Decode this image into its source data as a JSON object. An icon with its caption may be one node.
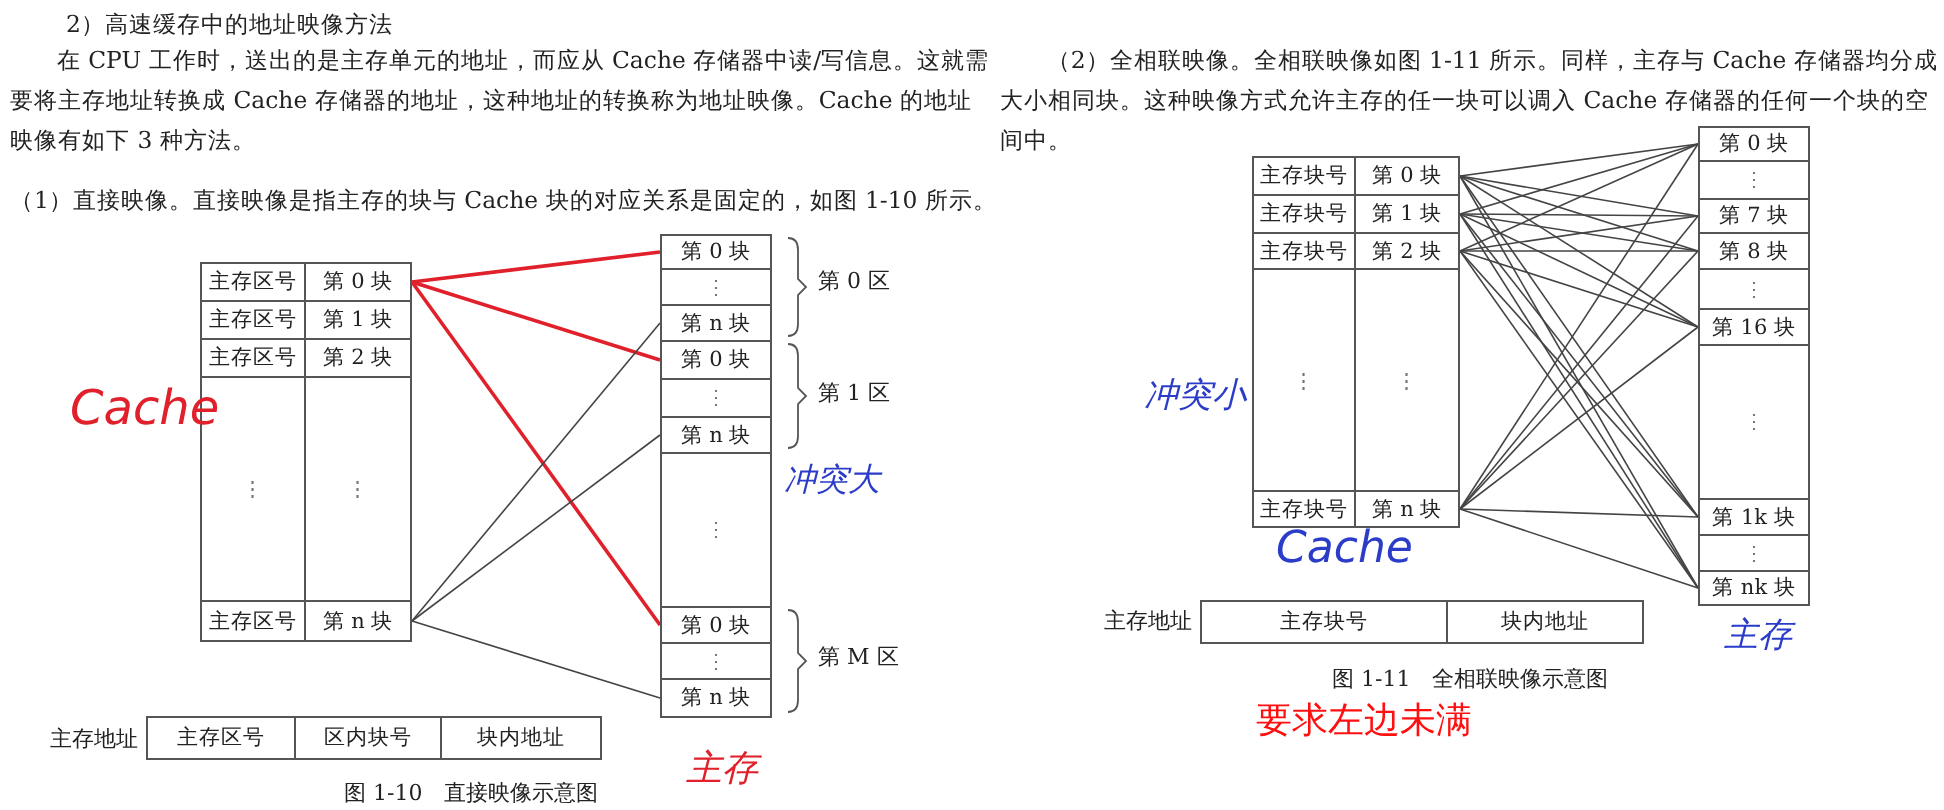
{
  "diagram": {
    "title": "2）高速缓存中的地址映像方法",
    "nodes": [
      {
        "text": [
          "主存区号",
          "第 0 块"
        ]
      },
      {
        "text": [
          "主存区号",
          "第 1 块"
        ]
      },
      {
        "text": [
          "主存区号",
          "第 2 块"
        ]
      },
      {
        "text": [
          "⋮",
          "⋮"
        ]
      },
      {
        "text": [
          "主存区号",
          "第 n 块"
        ]
      },
      {
        "text": [
          "第 0 块"
        ]
      },
      {
        "text": [
          "⋮"
        ]
      },
      {
        "text": [
          "第 n 块"
        ]
      },
      {
        "text": [
          "第 0 块"
        ]
      },
      {
        "text": [
          "⋮"
        ]
      },
      {
        "text": [
          "第 n 块"
        ]
      },
      {
        "text": [
          "⋮"
        ]
      },
      {
        "text": [
          "第 0 块"
        ]
      },
      {
        "text": [
          "⋮"
        ]
      },
      {
        "text": [
          "第 n 块"
        ]
      },
      {
        "text": [
          "主存区号",
          "区内块号",
          "块内地址"
        ]
      },
      {
        "text": [
          "主存块号",
          "第 0 块"
        ]
      },
      {
        "text": [
          "主存块号",
          "第 1 块"
        ]
      },
      {
        "text": [
          "主存块号",
          "第 2 块"
        ]
      },
      {
        "text": [
          "⋮",
          "⋮"
        ]
      },
      {
        "text": [
          "主存块号",
          "第 n 块"
        ]
      },
      {
        "text": [
          "第 0 块"
        ]
      },
      {
        "text": [
          "⋮"
        ]
      },
      {
        "text": [
          "第 7 块"
        ]
      },
      {
        "text": [
          "第 8 块"
        ]
      },
      {
        "text": [
          "⋮"
        ]
      },
      {
        "text": [
          "第 16 块"
        ]
      },
      {
        "text": [
          "⋮"
        ]
      },
      {
        "text": [
          "第 1k 块"
        ]
      },
      {
        "text": [
          "⋮"
        ]
      },
      {
        "text": [
          "第 nk 块"
        ]
      },
      {
        "text": [
          "主存块号",
          "块内地址"
        ]
      }
    ],
    "edges": [
      {
        "from": 0,
        "to": 5,
        "arrow": "none",
        "color": "#e0202a"
      },
      {
        "from": 0,
        "to": 8,
        "arrow": "none",
        "color": "#e0202a"
      },
      {
        "from": 0,
        "to": 12,
        "arrow": "none",
        "color": "#e0202a"
      },
      {
        "from": 4,
        "to": 7,
        "arrow": "none"
      },
      {
        "from": 4,
        "to": 10,
        "arrow": "none"
      },
      {
        "from": 4,
        "to": 14,
        "arrow": "none"
      },
      {
        "from": 16,
        "to": 21,
        "arrow": "none"
      },
      {
        "from": 16,
        "to": 23,
        "arrow": "none"
      },
      {
        "from": 16,
        "to": 24,
        "arrow": "none"
      },
      {
        "from": 16,
        "to": 26,
        "arrow": "none"
      },
      {
        "from": 16,
        "to": 28,
        "arrow": "none"
      },
      {
        "from": 16,
        "to": 30,
        "arrow": "none"
      },
      {
        "from": 17,
        "to": 21,
        "arrow": "none"
      },
      {
        "from": 17,
        "to": 23,
        "arrow": "none"
      },
      {
        "from": 17,
        "to": 24,
        "arrow": "none"
      },
      {
        "from": 17,
        "to": 26,
        "arrow": "none"
      },
      {
        "from": 17,
        "to": 28,
        "arrow": "none"
      },
      {
        "from": 17,
        "to": 30,
        "arrow": "none"
      },
      {
        "from": 18,
        "to": 21,
        "arrow": "none"
      },
      {
        "from": 18,
        "to": 23,
        "arrow": "none"
      },
      {
        "from": 18,
        "to": 24,
        "arrow": "none"
      },
      {
        "from": 18,
        "to": 26,
        "arrow": "none"
      },
      {
        "from": 18,
        "to": 28,
        "arrow": "none"
      },
      {
        "from": 18,
        "to": 30,
        "arrow": "none"
      },
      {
        "from": 20,
        "to": 21,
        "arrow": "none"
      },
      {
        "from": 20,
        "to": 23,
        "arrow": "none"
      },
      {
        "from": 20,
        "to": 24,
        "arrow": "none"
      },
      {
        "from": 20,
        "to": 26,
        "arrow": "none"
      },
      {
        "from": 20,
        "to": 28,
        "arrow": "none"
      },
      {
        "from": 20,
        "to": 30,
        "arrow": "none"
      }
    ],
    "labels": [
      "在 CPU 工作时，送出的是主存单元的地址，而应从 Cache 存储器中读/写信息。这就需要将主存地址转换成 Cache 存储器的地址，这种地址的转换称为地址映像。Cache 的地址映像有如下 3 种方法。",
      "（1）直接映像。直接映像是指主存的块与 Cache 块的对应关系是固定的，如图 1-10 所示。",
      "（2）全相联映像。全相联映像如图 1-11 所示。同样，主存与 Cache 存储器均分成大小相同块。这种映像方式允许主存的任一块可以调入 Cache 存储器的任何一个块的空间中。",
      "Cache",
      "第 0 区",
      "第 1 区",
      "冲突大",
      "第 M 区",
      "主存地址",
      "主存",
      "图 1-10　直接映像示意图",
      "冲突小",
      "Cache",
      "主存地址",
      "主存",
      "图 1-11　全相联映像示意图",
      "要求左边未满"
    ]
  }
}
